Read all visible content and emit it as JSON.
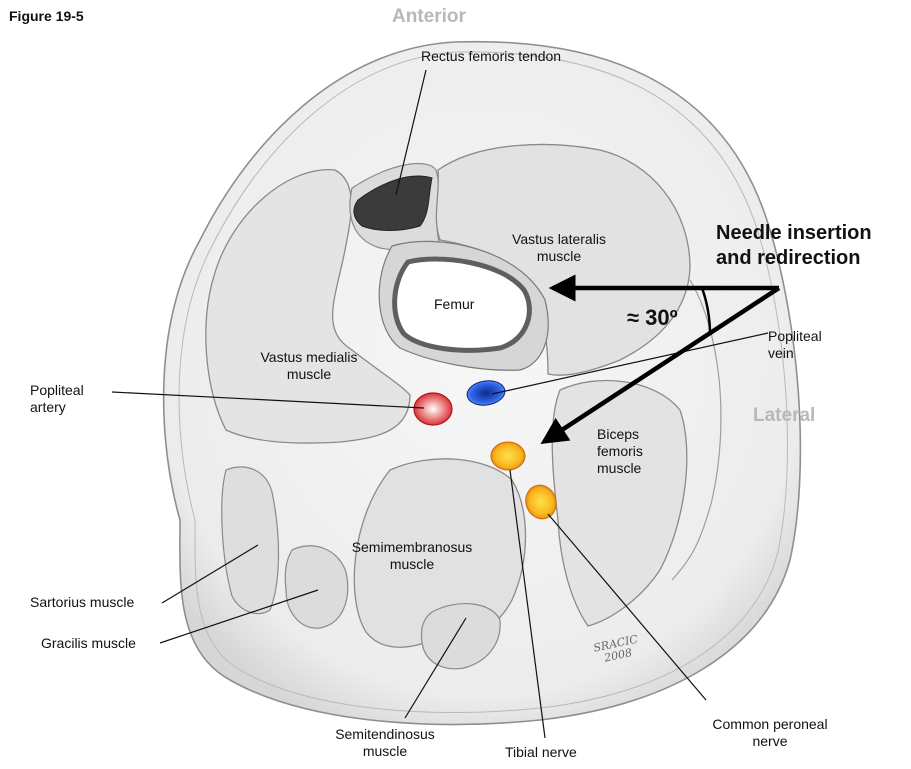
{
  "figure": {
    "title": "Figure 19-5",
    "signature": [
      "SRACIC",
      "2008"
    ]
  },
  "orientation": {
    "anterior": "Anterior",
    "lateral": "Lateral"
  },
  "labels": {
    "rectus_femoris_tendon": "Rectus femoris tendon",
    "vastus_lateralis": [
      "Vastus lateralis",
      "muscle"
    ],
    "femur": "Femur",
    "vastus_medialis": [
      "Vastus medialis",
      "muscle"
    ],
    "popliteal_artery": [
      "Popliteal",
      "artery"
    ],
    "popliteal_vein": [
      "Popliteal",
      "vein"
    ],
    "biceps_femoris": [
      "Biceps",
      "femoris",
      "muscle"
    ],
    "semimembranosus": [
      "Semimembranosus",
      "muscle"
    ],
    "sartorius": "Sartorius muscle",
    "gracilis": "Gracilis muscle",
    "semitendinosus": [
      "Semitendinosus",
      "muscle"
    ],
    "tibial_nerve": "Tibial nerve",
    "common_peroneal": [
      "Common peroneal",
      "nerve"
    ]
  },
  "needle": {
    "label": [
      "Needle insertion",
      "and redirection"
    ],
    "angle": "≈ 30º"
  },
  "colors": {
    "artery": "#d4202a",
    "vein": "#1f4fd6",
    "nerve": "#f5a312",
    "tendon": "#3b3b3b"
  }
}
